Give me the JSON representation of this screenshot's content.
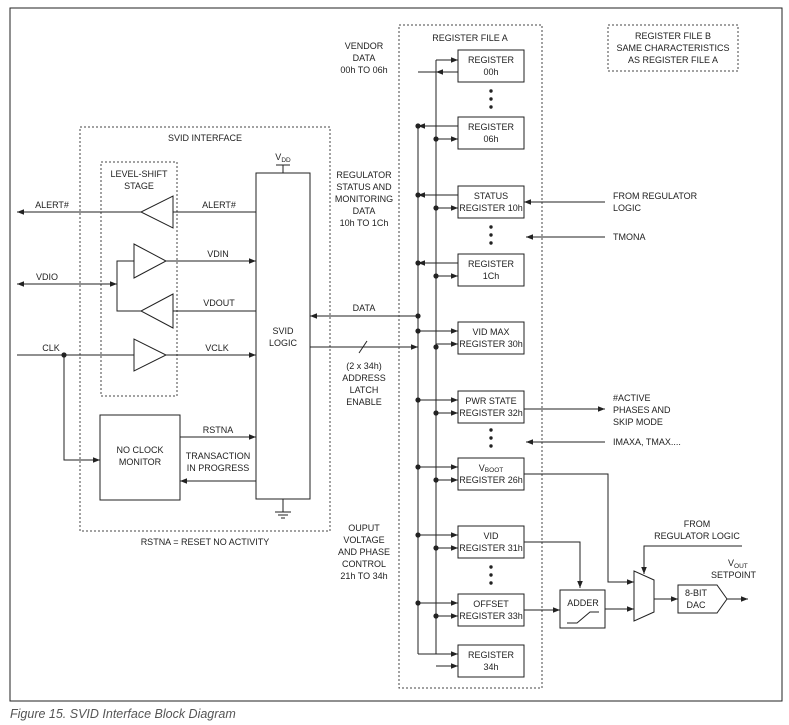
{
  "caption": "Figure 15. SVID Interface Block Diagram",
  "svid_interface": {
    "title": "SVID INTERFACE",
    "level_shift_title": [
      "LEVEL-SHIFT",
      "STAGE"
    ],
    "vdd_main": "V",
    "vdd_sub": "DD",
    "logic": [
      "SVID",
      "LOGIC"
    ],
    "signals": {
      "alert": "ALERT#",
      "vdin": "VDIN",
      "vdout": "VDOUT",
      "vclk": "VCLK",
      "rstna": "RSTNA",
      "transaction": [
        "TRANSACTION",
        "IN PROGRESS"
      ]
    },
    "no_clock_monitor": [
      "NO CLOCK",
      "MONITOR"
    ],
    "footnote": "RSTNA = RESET NO ACTIVITY"
  },
  "external_pins": {
    "alert": "ALERT#",
    "vdio": "VDIO",
    "clk": "CLK"
  },
  "bus_labels": {
    "data": "DATA",
    "address": [
      "(2 x 34h)",
      "ADDRESS",
      "LATCH",
      "ENABLE"
    ]
  },
  "group_labels": {
    "vendor": [
      "VENDOR",
      "DATA",
      "00h TO 06h"
    ],
    "regulator": [
      "REGULATOR",
      "STATUS AND",
      "MONITORING",
      "DATA",
      "10h TO 1Ch"
    ],
    "output": [
      "OUPUT",
      "VOLTAGE",
      "AND PHASE",
      "CONTROL",
      "21h TO 34h"
    ]
  },
  "register_file_a": {
    "title": "REGISTER FILE A",
    "registers": {
      "r00": [
        "REGISTER",
        "00h"
      ],
      "r06": [
        "REGISTER",
        "06h"
      ],
      "status": [
        "STATUS",
        "REGISTER 10h"
      ],
      "r1c": [
        "REGISTER",
        "1Ch"
      ],
      "vidmax": [
        "VID MAX",
        "REGISTER 30h"
      ],
      "pwr": [
        "PWR STATE",
        "REGISTER 32h"
      ],
      "vboot_main": "V",
      "vboot_sub": "BOOT",
      "vboot_reg": "REGISTER 26h",
      "vid": [
        "VID",
        "REGISTER 31h"
      ],
      "offset": [
        "OFFSET",
        "REGISTER 33h"
      ],
      "r34": [
        "REGISTER",
        "34h"
      ]
    }
  },
  "register_file_b": [
    "REGISTER FILE B",
    "SAME CHARACTERISTICS",
    "AS REGISTER FILE A"
  ],
  "right_labels": {
    "from_regulator_logic": [
      "FROM REGULATOR",
      "LOGIC"
    ],
    "tmona": "TMONA",
    "active": [
      "#ACTIVE",
      "PHASES AND",
      "SKIP MODE"
    ],
    "imaxa": "IMAXA, TMAX....",
    "from_regulator_logic_2": [
      "FROM",
      "REGULATOR LOGIC"
    ],
    "vout_main": "V",
    "vout_sub": "OUT",
    "setpoint": "SETPOINT"
  },
  "adder": "ADDER",
  "dac": [
    "8-BIT",
    "DAC"
  ]
}
